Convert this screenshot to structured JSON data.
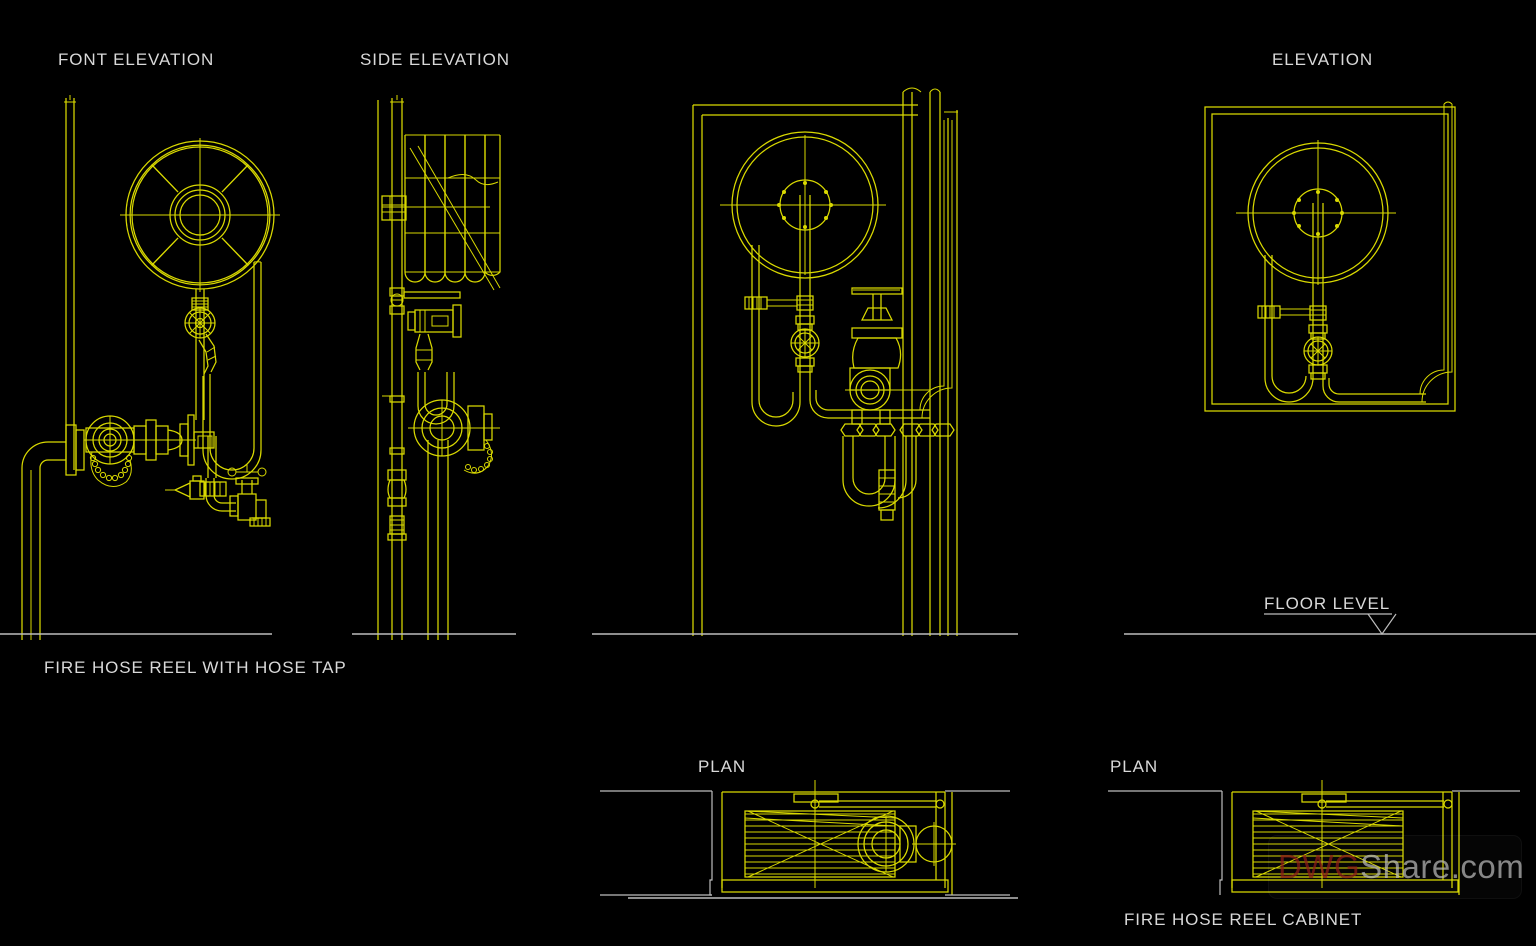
{
  "drawing": {
    "title": "Fire Hose Reel CAD Drawing",
    "background_color": "#000000",
    "line_color": "#d9d900",
    "floor_line_color": "#bdbdbd",
    "text_color": "#d9d9d9"
  },
  "labels": {
    "front_elevation": "FONT ELEVATION",
    "side_elevation": "SIDE ELEVATION",
    "elevation": "ELEVATION",
    "floor_level": "FLOOR LEVEL",
    "plan_left": "PLAN",
    "plan_right": "PLAN",
    "caption_left": "FIRE HOSE REEL WITH HOSE TAP",
    "caption_right": "FIRE HOSE REEL CABINET"
  },
  "watermark": {
    "part_one": "DWG",
    "part_two": "Share.com",
    "color_one": "#8e1a17",
    "color_two": "#b9b9b9"
  },
  "views": [
    {
      "name": "front-elevation",
      "label": "FONT ELEVATION",
      "components": [
        "riser-pipe",
        "hose-reel-drum",
        "spoke-wheel",
        "hand-wheel-valve",
        "hose-nozzle",
        "hose-loop",
        "elbow-pipe",
        "landing-valve",
        "chain",
        "flange",
        "hose-tap"
      ]
    },
    {
      "name": "side-elevation",
      "label": "SIDE ELEVATION",
      "components": [
        "riser-pipe",
        "coiled-hose",
        "bracket",
        "hand-wheel-valve",
        "hose-nozzle",
        "hose-loop",
        "landing-valve",
        "chain",
        "gate-valve",
        "union"
      ]
    },
    {
      "name": "cabinet-section",
      "label": "",
      "components": [
        "cabinet-outline",
        "reel-drum",
        "bolt-circle",
        "hand-wheel-valve",
        "gate-valve",
        "hose-loop",
        "u-bend",
        "hex-union",
        "riser-pipe"
      ]
    },
    {
      "name": "elevation",
      "label": "ELEVATION",
      "components": [
        "cabinet-outline",
        "reel-drum",
        "bolt-circle",
        "hand-wheel-valve",
        "hose-loop",
        "riser-pipe"
      ]
    },
    {
      "name": "plan-left",
      "label": "PLAN",
      "components": [
        "cabinet-plan-outline",
        "coiled-hose-plan",
        "valve-body-plan",
        "wall-section",
        "guide-rail"
      ]
    },
    {
      "name": "plan-right",
      "label": "PLAN",
      "components": [
        "cabinet-plan-outline",
        "coiled-hose-plan",
        "wall-section",
        "guide-rail"
      ]
    }
  ]
}
